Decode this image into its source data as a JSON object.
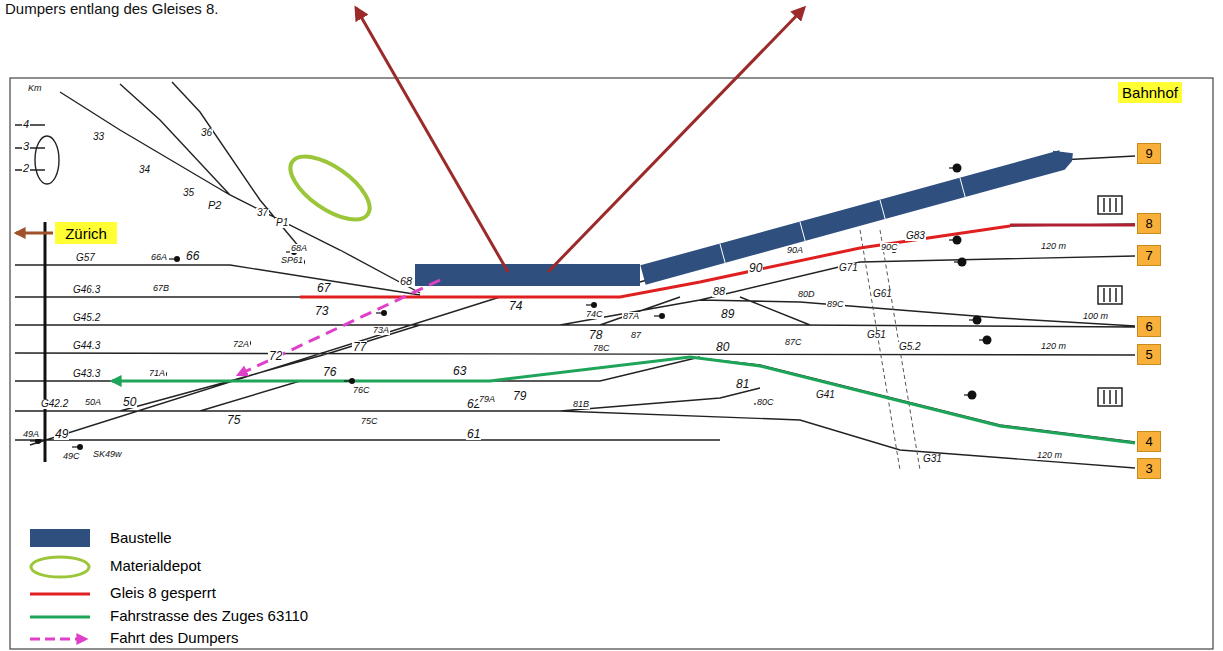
{
  "diagram": {
    "nodes": [
      {
        "text": [
          "Bahnhof"
        ]
      },
      {
        "text": [
          "Zürich"
        ]
      },
      {
        "text": [
          "9"
        ]
      },
      {
        "text": [
          "8"
        ]
      },
      {
        "text": [
          "7"
        ]
      },
      {
        "text": [
          "6"
        ]
      },
      {
        "text": [
          "5"
        ]
      },
      {
        "text": [
          "4"
        ]
      },
      {
        "text": [
          "3"
        ]
      }
    ],
    "labels": [
      "Dumpers entlang des Gleises 8.",
      "Km",
      "4",
      "3",
      "2",
      "33",
      "36",
      "34",
      "35",
      "P2",
      "37",
      "P1",
      "68A",
      "SP61",
      "G57",
      "66A",
      "66",
      "67B",
      "67",
      "68",
      "G46.3",
      "73A",
      "73",
      "G45.2",
      "72A",
      "72",
      "77",
      "G44.3",
      "71A",
      "76",
      "76C",
      "63",
      "G43.3",
      "50A",
      "50",
      "75",
      "75C",
      "62",
      "G42.2",
      "49A",
      "49",
      "49C",
      "SK49w",
      "61",
      "74",
      "74C",
      "87A",
      "78",
      "87",
      "78C",
      "79A",
      "79",
      "81B",
      "80",
      "81",
      "80C",
      "88",
      "89",
      "90",
      "90A",
      "80D",
      "89C",
      "90C",
      "87C",
      "G83",
      "G71",
      "G61",
      "G51",
      "G5.2",
      "G41",
      "G31",
      "120 m",
      "100 m",
      "120 m",
      "120 m"
    ],
    "legend": [
      {
        "text": "Baustelle",
        "color": "#2f4f7f"
      },
      {
        "text": "Materialdepot"
      },
      {
        "text": "Gleis 8 gesperrt"
      },
      {
        "text": "Fahrstrasse des Zuges 63110"
      },
      {
        "text": "Fahrt des Dumpers"
      }
    ]
  }
}
